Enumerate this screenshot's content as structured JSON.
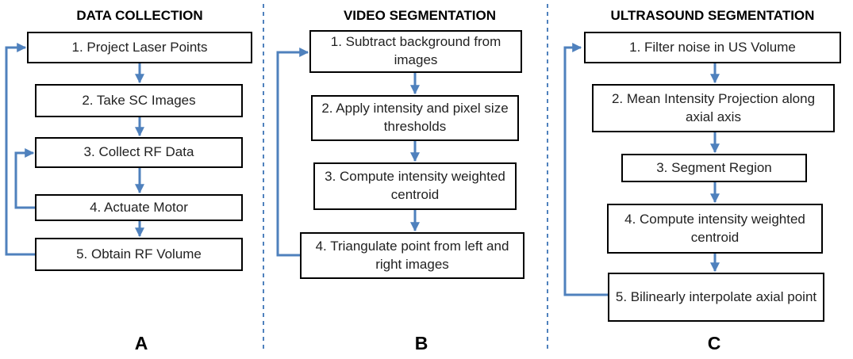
{
  "panel_a": {
    "title": "DATA COLLECTION",
    "label": "A",
    "steps": [
      "1. Project Laser Points",
      "2. Take SC Images",
      "3. Collect RF Data",
      "4. Actuate Motor",
      "5. Obtain RF Volume"
    ]
  },
  "panel_b": {
    "title": "VIDEO SEGMENTATION",
    "label": "B",
    "steps": [
      "1. Subtract background from images",
      "2. Apply intensity and pixel size thresholds",
      "3. Compute intensity weighted centroid",
      "4. Triangulate point from left and right images"
    ]
  },
  "panel_c": {
    "title": "ULTRASOUND SEGMENTATION",
    "label": "C",
    "steps": [
      "1. Filter noise in US Volume",
      "2. Mean Intensity Projection along axial axis",
      "3. Segment Region",
      "4. Compute intensity weighted centroid",
      "5. Bilinearly interpolate axial point"
    ]
  },
  "colors": {
    "arrow": "#4f81bd",
    "separator": "#4f81bd",
    "box_border": "#000000"
  }
}
